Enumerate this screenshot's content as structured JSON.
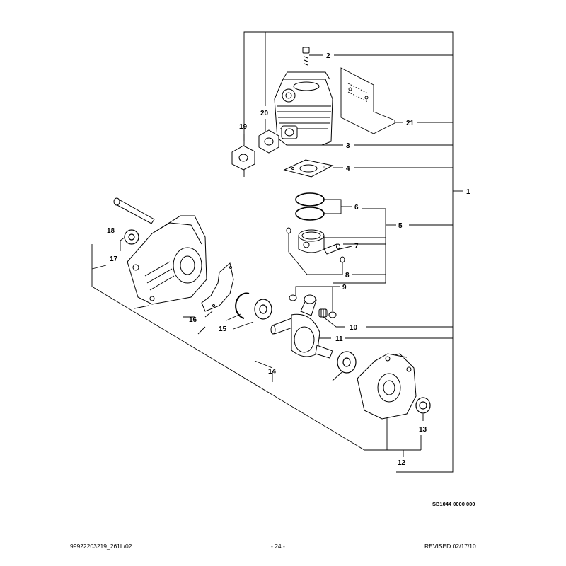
{
  "diagram": {
    "callouts": {
      "1": "1",
      "2": "2",
      "3": "3",
      "4": "4",
      "5": "5",
      "6": "6",
      "7": "7",
      "8": "8",
      "9": "9",
      "10": "10",
      "11": "11",
      "12": "12",
      "13": "13",
      "14": "14",
      "15": "15",
      "16": "16",
      "17": "17",
      "18": "18",
      "19": "19",
      "20": "20",
      "21": "21"
    },
    "drawing_id": "SB1044 0000 000"
  },
  "footer": {
    "left": "99922203219_261L/02",
    "center": "- 24 -",
    "right": "REVISED 02/17/10"
  }
}
